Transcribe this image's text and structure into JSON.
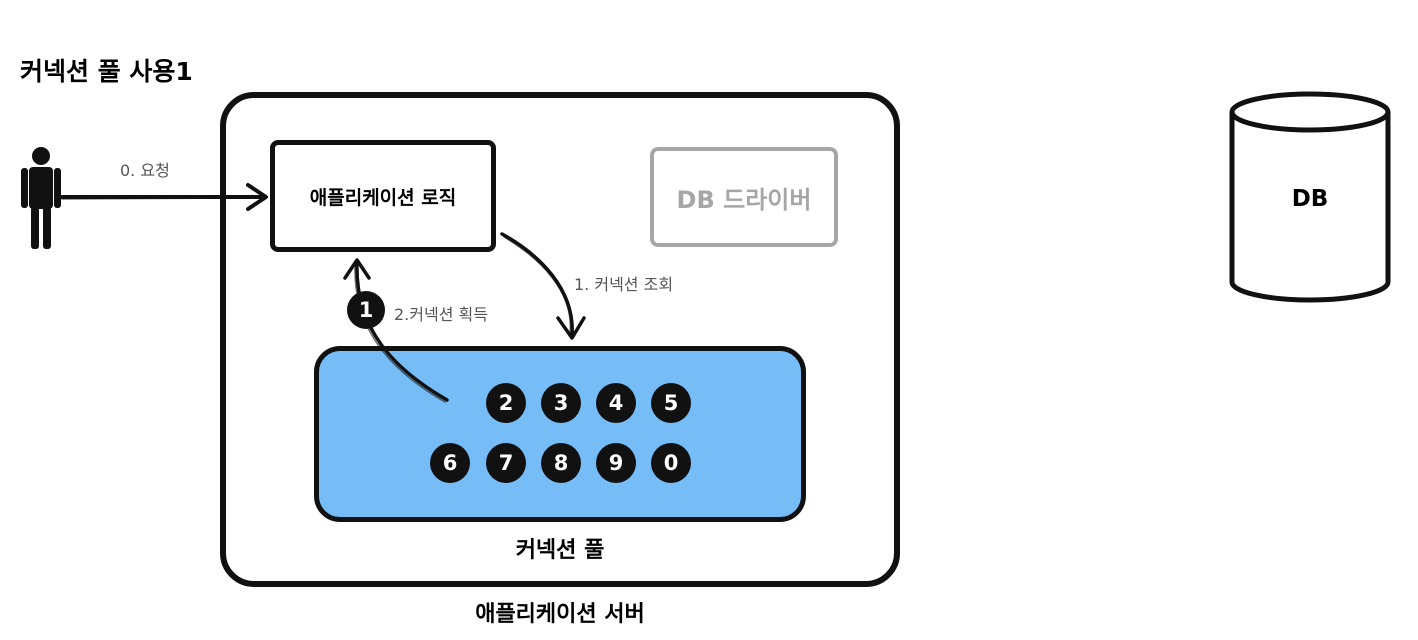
{
  "title": "커넥션 풀 사용1",
  "server": {
    "label": "애플리케이션 서버"
  },
  "logic_box": {
    "label": "애플리케이션 로직"
  },
  "driver_box": {
    "label": "DB 드라이버"
  },
  "pool": {
    "label": "커넥션 풀",
    "connections_row1": [
      "2",
      "3",
      "4",
      "5"
    ],
    "connections_row2": [
      "6",
      "7",
      "8",
      "9",
      "0"
    ],
    "acquired_connection": "1"
  },
  "database": {
    "label": "DB"
  },
  "edges": {
    "request": "0. 요청",
    "lookup": "1. 커넥션 조회",
    "acquire": "2.커넥션 획득"
  },
  "colors": {
    "pool_fill": "#76bdf7",
    "driver_gray": "#a6a6a6",
    "stroke": "#111111"
  },
  "icons": {
    "user": "person-icon",
    "database": "database-cylinder-icon"
  }
}
